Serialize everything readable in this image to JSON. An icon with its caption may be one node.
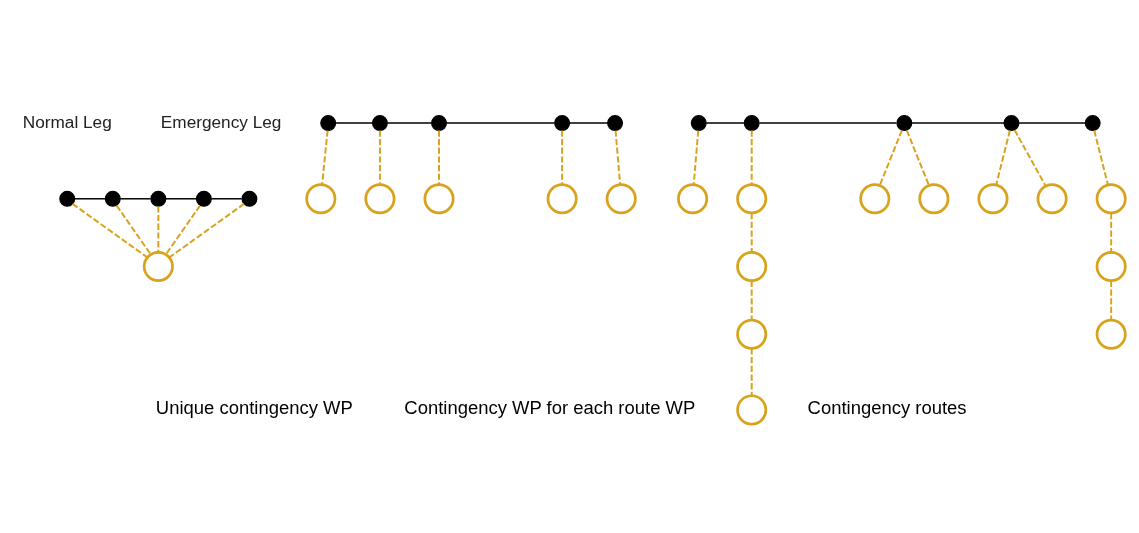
{
  "diagram": {
    "nodes": [
      {
        "text": [],
        "shape": "dot"
      },
      {
        "text": [],
        "shape": "dot"
      },
      {
        "text": [],
        "shape": "dot"
      },
      {
        "text": [],
        "shape": "dot"
      },
      {
        "text": [],
        "shape": "dot"
      },
      {
        "text": [],
        "shape": "circle"
      },
      {
        "text": [],
        "shape": "circle"
      },
      {
        "text": [],
        "shape": "dot"
      },
      {
        "text": [],
        "shape": "dot"
      },
      {
        "text": [],
        "shape": "dot"
      },
      {
        "text": [],
        "shape": "dot"
      },
      {
        "text": [],
        "shape": "dot"
      },
      {
        "text": [],
        "shape": "circle"
      },
      {
        "text": [],
        "shape": "circle"
      },
      {
        "text": [],
        "shape": "circle"
      },
      {
        "text": [],
        "shape": "circle"
      },
      {
        "text": [],
        "shape": "circle"
      },
      {
        "text": [],
        "shape": "circle"
      },
      {
        "text": [],
        "shape": "dot"
      },
      {
        "text": [],
        "shape": "dot"
      },
      {
        "text": [],
        "shape": "dot"
      },
      {
        "text": [],
        "shape": "dot"
      },
      {
        "text": [],
        "shape": "dot"
      },
      {
        "text": [],
        "shape": "circle"
      },
      {
        "text": [],
        "shape": "circle"
      },
      {
        "text": [],
        "shape": "circle"
      },
      {
        "text": [],
        "shape": "circle"
      },
      {
        "text": [],
        "shape": "circle"
      },
      {
        "text": [],
        "shape": "circle"
      },
      {
        "text": [],
        "shape": "circle"
      },
      {
        "text": [],
        "shape": "circle"
      },
      {
        "text": [],
        "shape": "circle"
      },
      {
        "text": [],
        "shape": "circle"
      }
    ],
    "edges": [
      {
        "from": 0,
        "to": 1,
        "arrow": "none",
        "color": "#000000"
      },
      {
        "from": 1,
        "to": 2,
        "arrow": "none",
        "color": "#000000"
      },
      {
        "from": 2,
        "to": 3,
        "arrow": "none",
        "color": "#000000"
      },
      {
        "from": 3,
        "to": 4,
        "arrow": "none",
        "color": "#000000"
      },
      {
        "from": 0,
        "to": 5,
        "arrow": "none",
        "style": "dashed"
      },
      {
        "from": 1,
        "to": 5,
        "arrow": "none",
        "style": "dashed"
      },
      {
        "from": 2,
        "to": 5,
        "arrow": "none",
        "style": "dashed"
      },
      {
        "from": 3,
        "to": 5,
        "arrow": "none",
        "style": "dashed"
      },
      {
        "from": 4,
        "to": 5,
        "arrow": "none",
        "style": "dashed"
      },
      {
        "from": 7,
        "to": 8,
        "arrow": "none",
        "color": "#000000"
      },
      {
        "from": 8,
        "to": 9,
        "arrow": "none",
        "color": "#000000"
      },
      {
        "from": 9,
        "to": 10,
        "arrow": "none",
        "color": "#000000"
      },
      {
        "from": 10,
        "to": 11,
        "arrow": "none",
        "color": "#000000"
      },
      {
        "from": 9,
        "to": 6,
        "arrow": "none",
        "style": "dashed"
      },
      {
        "from": 7,
        "to": 12,
        "arrow": "none",
        "style": "dashed"
      },
      {
        "from": 8,
        "to": 13,
        "arrow": "none",
        "style": "dashed"
      },
      {
        "from": 10,
        "to": 14,
        "arrow": "none",
        "style": "dashed"
      },
      {
        "from": 11,
        "to": 15,
        "arrow": "none",
        "style": "dashed"
      },
      {
        "from": 18,
        "to": 19,
        "arrow": "none",
        "color": "#000000"
      },
      {
        "from": 19,
        "to": 20,
        "arrow": "none",
        "color": "#000000"
      },
      {
        "from": 20,
        "to": 21,
        "arrow": "none",
        "color": "#000000"
      },
      {
        "from": 21,
        "to": 22,
        "arrow": "none",
        "color": "#000000"
      },
      {
        "from": 20,
        "to": 16,
        "arrow": "none",
        "style": "dashed"
      },
      {
        "from": 21,
        "to": 17,
        "arrow": "none",
        "style": "dashed"
      },
      {
        "from": 18,
        "to": 23,
        "arrow": "none",
        "style": "dashed"
      },
      {
        "from": 19,
        "to": 24,
        "arrow": "none",
        "style": "dashed"
      },
      {
        "from": 24,
        "to": 25,
        "arrow": "none",
        "style": "dashed"
      },
      {
        "from": 25,
        "to": 26,
        "arrow": "none",
        "style": "dashed"
      },
      {
        "from": 26,
        "to": 27,
        "arrow": "none",
        "style": "dashed"
      },
      {
        "from": 22,
        "to": 28,
        "arrow": "none",
        "style": "dashed"
      },
      {
        "from": 28,
        "to": 29,
        "arrow": "none",
        "style": "dashed"
      },
      {
        "from": 29,
        "to": 30,
        "arrow": "none",
        "style": "dashed"
      },
      {
        "from": 21,
        "to": 31,
        "arrow": "none",
        "style": "dashed"
      },
      {
        "from": 20,
        "to": 32,
        "arrow": "none",
        "style": "dashed"
      }
    ],
    "labels": [
      "Unique contingency WP",
      "Contingency WP for each route WP",
      "Contingency routes"
    ],
    "legend": [
      {
        "text": "Normal Leg"
      },
      {
        "text": "Emergency Leg"
      }
    ]
  }
}
